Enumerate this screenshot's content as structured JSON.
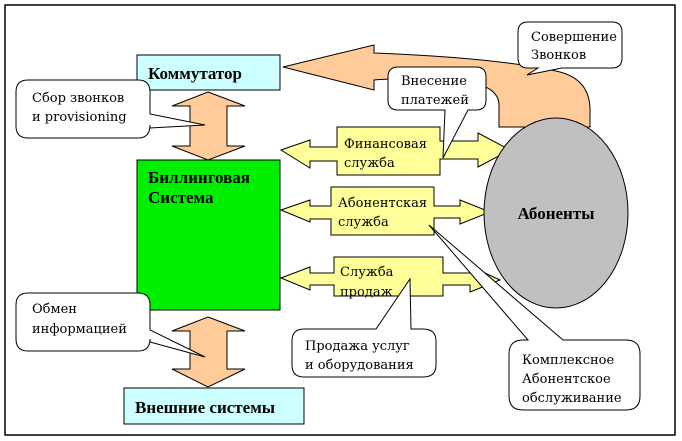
{
  "colors": {
    "blue_box": "#ccffff",
    "green_box": "#00ee00",
    "peach_arrow": "#ffcc99",
    "yellow_arrow": "#ffff99",
    "ellipse": "#c0c0c0",
    "stroke": "#000000"
  },
  "nodes": {
    "commutator": "Коммутатор",
    "billing_line1": "Биллинговая",
    "billing_line2": "Система",
    "external": "Внешние системы",
    "subscribers": "Абоненты"
  },
  "services": {
    "financial": [
      "Финансовая",
      "служба"
    ],
    "subscriber": [
      "Абонентская",
      "служба"
    ],
    "sales": [
      "Служба",
      "продаж"
    ]
  },
  "callouts": {
    "calls_making": [
      "Совершение",
      "Звонков"
    ],
    "payments": [
      "Внесение",
      "платежей"
    ],
    "collection": [
      "Сбор звонков",
      "и provisioning"
    ],
    "exchange": [
      "Обмен",
      "информацией"
    ],
    "sales_goods": [
      "Продажа услуг",
      "и оборудования"
    ],
    "complex_service": [
      "Комплексное",
      "Абонентское",
      "обслуживание"
    ]
  }
}
